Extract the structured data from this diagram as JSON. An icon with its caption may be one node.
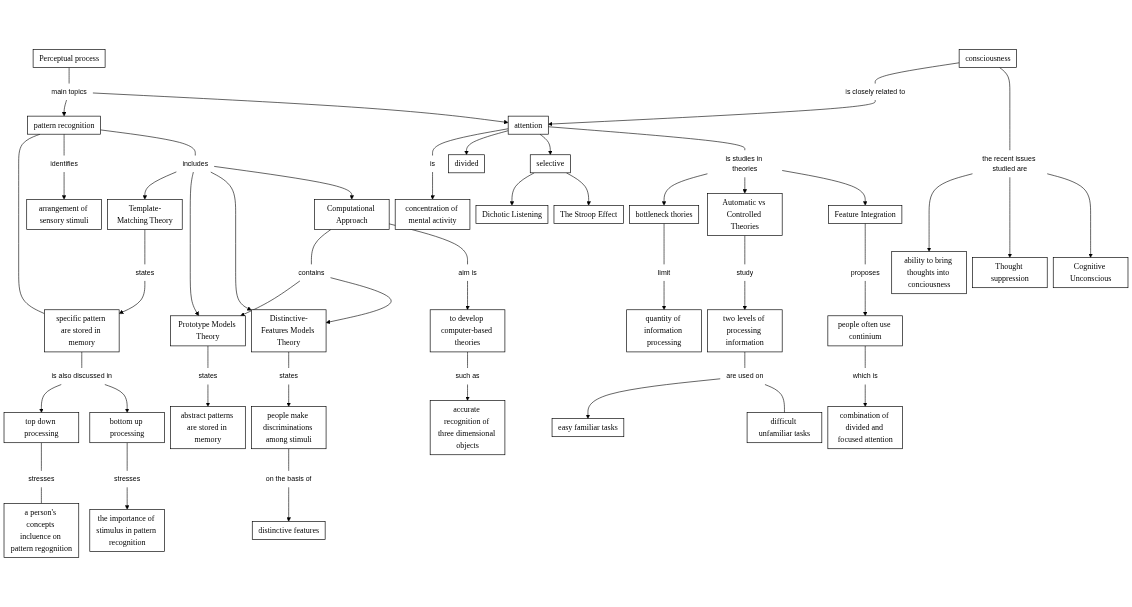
{
  "diagram": {
    "nodes": [
      {
        "text": [
          "Perceptual process"
        ]
      },
      {
        "text": [
          "main topics"
        ]
      },
      {
        "text": [
          "arrangement of sensory stimuli"
        ]
      },
      {
        "text": [
          "pattern recognition"
        ]
      },
      {
        "text": [
          "attention"
        ]
      },
      {
        "text": [
          "is closely related to"
        ]
      },
      {
        "text": [
          "concentration of mental activity"
        ]
      },
      {
        "text": [
          "is"
        ]
      },
      {
        "text": [
          "identifies"
        ]
      },
      {
        "text": [
          "consciousness"
        ]
      },
      {
        "text": [
          "includes"
        ]
      },
      {
        "text": [
          "Computational Approach"
        ]
      },
      {
        "text": [
          "the recent issues studied are"
        ]
      },
      {
        "text": [
          "Template-Matching Theory"
        ]
      },
      {
        "text": [
          "contains"
        ]
      },
      {
        "text": [
          "divided"
        ]
      },
      {
        "text": [
          "selective"
        ]
      },
      {
        "text": [
          "Prototype Models Theory"
        ]
      },
      {
        "text": [
          "Distinctive-Features Models Theory"
        ]
      },
      {
        "text": [
          "aim is"
        ]
      },
      {
        "text": [
          "ability to bring thoughts into conciousness"
        ]
      },
      {
        "text": [
          "is studies in theories"
        ]
      },
      {
        "text": [
          "states"
        ]
      },
      {
        "text": [
          "Dichotic Listening"
        ]
      },
      {
        "text": [
          "states"
        ]
      },
      {
        "text": [
          "specific pattern are stored in memory"
        ]
      },
      {
        "text": [
          "to develop computer-based theories"
        ]
      },
      {
        "text": [
          "The Stroop Effect"
        ]
      },
      {
        "text": [
          "Thought suppression"
        ]
      },
      {
        "text": [
          "states"
        ]
      },
      {
        "text": [
          "abstract patterns are stored in memory"
        ]
      },
      {
        "text": [
          "people make discriminations among stimuli"
        ]
      },
      {
        "text": [
          "Feature Integration"
        ]
      },
      {
        "text": [
          "Cognitive Unconscious"
        ]
      },
      {
        "text": [
          "is also discussed in"
        ]
      },
      {
        "text": [
          "such as"
        ]
      },
      {
        "text": [
          "bottleneck thories"
        ]
      },
      {
        "text": [
          "Automatic vs Controlled Theories"
        ]
      },
      {
        "text": [
          "proposes"
        ]
      },
      {
        "text": [
          "top down processing"
        ]
      },
      {
        "text": [
          "bottom up processing"
        ]
      },
      {
        "text": [
          "on the basis of"
        ]
      },
      {
        "text": [
          "people often use continium"
        ]
      },
      {
        "text": [
          "limit"
        ]
      },
      {
        "text": [
          "study"
        ]
      },
      {
        "text": [
          "stresses"
        ]
      },
      {
        "text": [
          "distinctive features"
        ]
      },
      {
        "text": [
          "accurate recognition of three dimensional objects"
        ]
      },
      {
        "text": [
          "which is"
        ]
      },
      {
        "text": [
          "quantity of information processing"
        ]
      },
      {
        "text": [
          "two levels of processing information"
        ]
      },
      {
        "text": [
          "stresses"
        ]
      },
      {
        "text": [
          "a person's concepts incluence on pattern regognition"
        ]
      },
      {
        "text": [
          "combination of divided and focused attention"
        ]
      },
      {
        "text": [
          "the importance of stimulus in pattern recognition"
        ]
      },
      {
        "text": [
          "are used on"
        ]
      },
      {
        "text": [
          "easy familiar tasks"
        ]
      },
      {
        "text": [
          "difficult unfamiliar tasks"
        ]
      }
    ],
    "edges": [
      {
        "from": 0,
        "to": 1,
        "arrow": "none"
      },
      {
        "from": 1,
        "to": 3,
        "arrow": "to"
      },
      {
        "from": 1,
        "to": 4,
        "arrow": "to"
      },
      {
        "from": 3,
        "to": 25,
        "arrow": "none"
      },
      {
        "from": 3,
        "to": 8,
        "arrow": "none"
      },
      {
        "from": 8,
        "to": 2,
        "arrow": "to"
      },
      {
        "from": 3,
        "to": 10,
        "arrow": "none"
      },
      {
        "from": 10,
        "to": 13,
        "arrow": "to"
      },
      {
        "from": 10,
        "to": 17,
        "arrow": "to"
      },
      {
        "from": 10,
        "to": 18,
        "arrow": "to"
      },
      {
        "from": 10,
        "to": 11,
        "arrow": "to"
      },
      {
        "from": 4,
        "to": 7,
        "arrow": "none"
      },
      {
        "from": 7,
        "to": 6,
        "arrow": "to"
      },
      {
        "from": 9,
        "to": 5,
        "arrow": "none"
      },
      {
        "from": 5,
        "to": 4,
        "arrow": "to"
      },
      {
        "from": 4,
        "to": 15,
        "arrow": "to"
      },
      {
        "from": 4,
        "to": 16,
        "arrow": "to"
      },
      {
        "from": 4,
        "to": 21,
        "arrow": "none"
      },
      {
        "from": 9,
        "to": 12,
        "arrow": "none"
      },
      {
        "from": 12,
        "to": 20,
        "arrow": "to"
      },
      {
        "from": 12,
        "to": 28,
        "arrow": "to"
      },
      {
        "from": 12,
        "to": 33,
        "arrow": "to"
      },
      {
        "from": 11,
        "to": 14,
        "arrow": "none"
      },
      {
        "from": 14,
        "to": 17,
        "arrow": "to"
      },
      {
        "from": 14,
        "to": 18,
        "arrow": "to"
      },
      {
        "from": 11,
        "to": 19,
        "arrow": "none"
      },
      {
        "from": 19,
        "to": 26,
        "arrow": "to"
      },
      {
        "from": 16,
        "to": 23,
        "arrow": "to"
      },
      {
        "from": 16,
        "to": 27,
        "arrow": "to"
      },
      {
        "from": 21,
        "to": 36,
        "arrow": "to"
      },
      {
        "from": 21,
        "to": 37,
        "arrow": "to"
      },
      {
        "from": 21,
        "to": 32,
        "arrow": "to"
      },
      {
        "from": 13,
        "to": 22,
        "arrow": "none"
      },
      {
        "from": 22,
        "to": 25,
        "arrow": "to"
      },
      {
        "from": 17,
        "to": 24,
        "arrow": "none"
      },
      {
        "from": 24,
        "to": 30,
        "arrow": "to"
      },
      {
        "from": 18,
        "to": 29,
        "arrow": "none"
      },
      {
        "from": 29,
        "to": 31,
        "arrow": "to"
      },
      {
        "from": 26,
        "to": 35,
        "arrow": "none"
      },
      {
        "from": 35,
        "to": 47,
        "arrow": "to"
      },
      {
        "from": 31,
        "to": 41,
        "arrow": "none"
      },
      {
        "from": 41,
        "to": 46,
        "arrow": "to"
      },
      {
        "from": 25,
        "to": 34,
        "arrow": "none"
      },
      {
        "from": 34,
        "to": 39,
        "arrow": "to"
      },
      {
        "from": 34,
        "to": 40,
        "arrow": "to"
      },
      {
        "from": 39,
        "to": 45,
        "arrow": "none"
      },
      {
        "from": 45,
        "to": 52,
        "arrow": "none"
      },
      {
        "from": 40,
        "to": 51,
        "arrow": "none"
      },
      {
        "from": 51,
        "to": 54,
        "arrow": "to"
      },
      {
        "from": 36,
        "to": 43,
        "arrow": "none"
      },
      {
        "from": 43,
        "to": 49,
        "arrow": "to"
      },
      {
        "from": 37,
        "to": 44,
        "arrow": "none"
      },
      {
        "from": 44,
        "to": 50,
        "arrow": "to"
      },
      {
        "from": 32,
        "to": 38,
        "arrow": "none"
      },
      {
        "from": 38,
        "to": 42,
        "arrow": "to"
      },
      {
        "from": 42,
        "to": 48,
        "arrow": "none"
      },
      {
        "from": 48,
        "to": 53,
        "arrow": "to"
      },
      {
        "from": 50,
        "to": 55,
        "arrow": "none"
      },
      {
        "from": 55,
        "to": 56,
        "arrow": "to"
      },
      {
        "from": 55,
        "to": 57,
        "arrow": "none"
      }
    ]
  }
}
